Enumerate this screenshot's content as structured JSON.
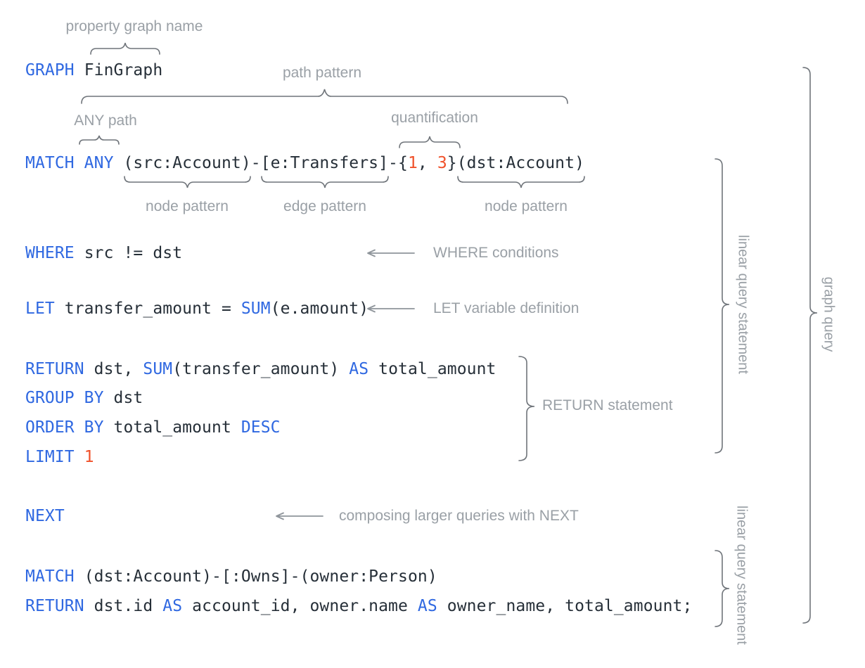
{
  "colors": {
    "background": "#ffffff",
    "keyword_blue": "#2f68e1",
    "number_red": "#f0512a",
    "code_black": "#262f38",
    "label_gray": "#9aa0a6",
    "brace_gray": "#6f747a",
    "arrow_gray": "#8f959b"
  },
  "code": {
    "graph": {
      "kw": "GRAPH",
      "p1": " FinGraph"
    },
    "match1": {
      "kw": "MATCH ANY",
      "p1": " (src:Account)-[e:Transfers]-{",
      "n1": "1",
      "p2": ", ",
      "n2": "3",
      "p3": "}(dst:Account)"
    },
    "where": {
      "kw": "WHERE",
      "p1": " src != dst"
    },
    "let": {
      "kw": "LET",
      "p1": " transfer_amount = ",
      "kw2": "SUM",
      "p2": "(e.amount)"
    },
    "return1": {
      "kw": "RETURN",
      "p1": " dst, ",
      "kw2": "SUM",
      "p2": "(transfer_amount) ",
      "kw3": "AS",
      "p3": " total_amount"
    },
    "groupby": {
      "kw": "GROUP BY",
      "p1": " dst"
    },
    "orderby": {
      "kw": "ORDER BY",
      "p1": " total_amount ",
      "kw2": "DESC"
    },
    "limit": {
      "kw": "LIMIT",
      "p1": " ",
      "n1": "1"
    },
    "next": {
      "kw": "NEXT"
    },
    "match2": {
      "kw": "MATCH",
      "p1": " (dst:Account)-[:Owns]-(owner:Person)"
    },
    "return2": {
      "kw": "RETURN",
      "p1": " dst.id ",
      "kw2": "AS",
      "p2": " account_id, owner.name ",
      "kw3": "AS",
      "p3": " owner_name, total_amount;"
    }
  },
  "annotations": {
    "property_graph_name": "property graph name",
    "path_pattern": "path pattern",
    "any_path": "ANY path",
    "quantification": "quantification",
    "node_pattern_1": "node pattern",
    "edge_pattern": "edge pattern",
    "node_pattern_2": "node pattern",
    "where_conditions": "WHERE conditions",
    "let_definition": "LET variable definition",
    "return_statement": "RETURN statement",
    "next_note": "composing larger queries with NEXT",
    "linear_query_statement_1": "linear query statement",
    "graph_query": "graph query",
    "linear_query_statement_2": "linear query statement"
  }
}
